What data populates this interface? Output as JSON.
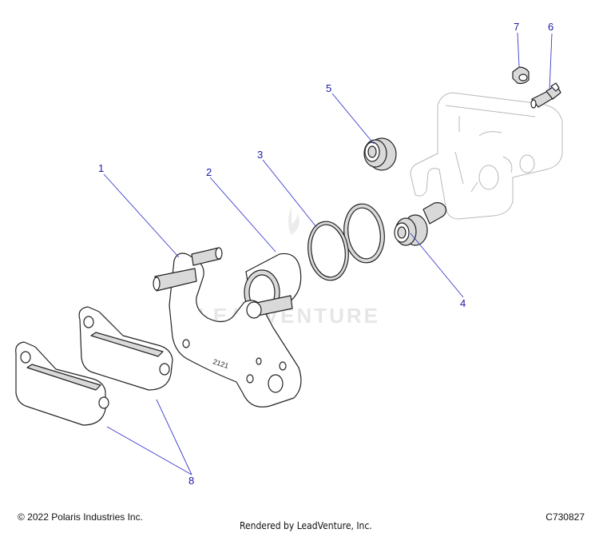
{
  "diagram": {
    "callouts": [
      {
        "id": "1",
        "label": "1"
      },
      {
        "id": "2",
        "label": "2"
      },
      {
        "id": "3",
        "label": "3"
      },
      {
        "id": "4",
        "label": "4"
      },
      {
        "id": "5",
        "label": "5"
      },
      {
        "id": "6",
        "label": "6"
      },
      {
        "id": "7",
        "label": "7"
      },
      {
        "id": "8",
        "label": "8"
      }
    ],
    "bracket_marking": "2121",
    "watermark": "LEADVENTURE"
  },
  "footer": {
    "copyright": "© 2022 Polaris Industries Inc.",
    "rendered_by": "Rendered by LeadVenture, Inc.",
    "drawing_id": "C730827"
  },
  "colors": {
    "callout_text": "#1a1aa6",
    "leader_line": "#3a3acc",
    "outline": "#222222",
    "watermark": "#e6e6e6"
  }
}
